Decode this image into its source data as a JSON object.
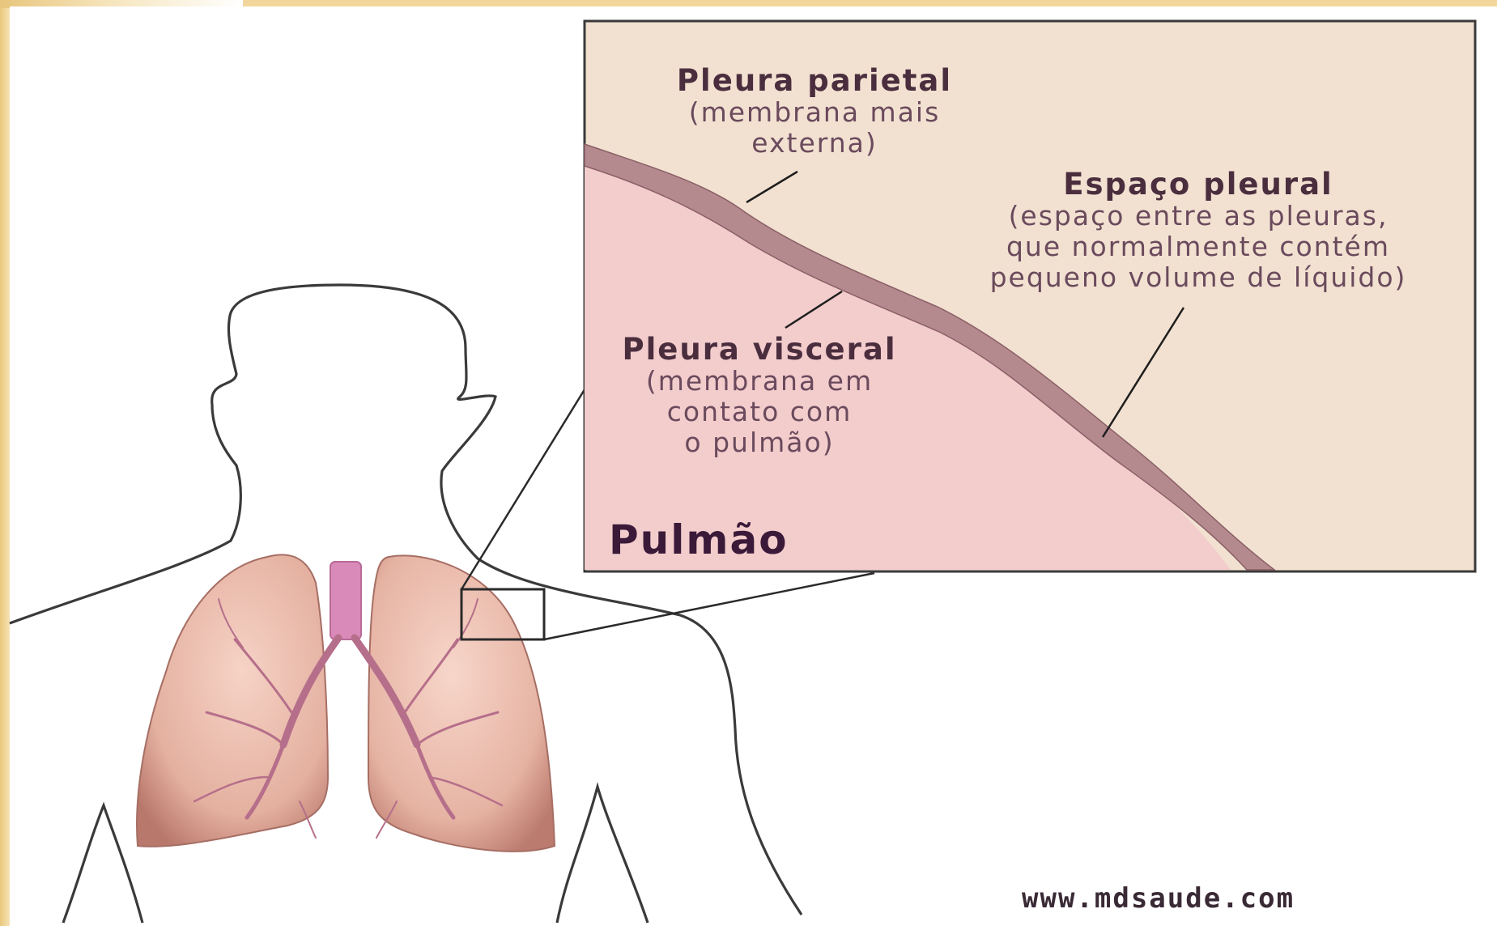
{
  "labels": {
    "parietal": {
      "title": "Pleura parietal",
      "lines": [
        "(membrana mais",
        "externa)"
      ]
    },
    "pleural_space": {
      "title": "Espaço pleural",
      "lines": [
        "(espaço entre as pleuras,",
        "que normalmente contém",
        "pequeno volume de líquido)"
      ]
    },
    "visceral": {
      "title": "Pleura visceral",
      "lines": [
        "(membrana em",
        "contato com",
        "o pulmão)"
      ]
    },
    "lung": "Pulmão"
  },
  "credit": "www.mdsaude.com",
  "colors": {
    "inset_background": "#f2e1d1",
    "lung_tissue": "#f3cccc",
    "pleura_band": "#b58a8f",
    "lung_illustration": "#e6b5a6",
    "airway": "#d98ab8",
    "outline": "#3a3a3a"
  }
}
